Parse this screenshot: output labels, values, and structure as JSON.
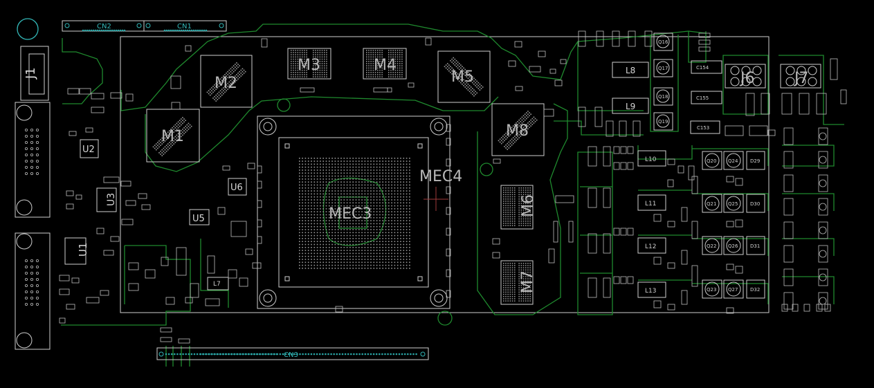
{
  "connectors": {
    "cn1": "CN1",
    "cn2": "CN2",
    "cn3": "CN3",
    "j1": "J1"
  },
  "chips": {
    "mec3": "MEC3",
    "mec4": "MEC4",
    "m1": "M1",
    "m2": "M2",
    "m3": "M3",
    "m4": "M4",
    "m5": "M5",
    "m6": "M6",
    "m7": "M7",
    "m8": "M8",
    "u1": "U1",
    "u2": "U2",
    "u3": "U3",
    "u5": "U5",
    "u6": "U6"
  },
  "inductors": {
    "l7": "L7",
    "l8": "L8",
    "l9": "L9",
    "l10": "L10",
    "l11": "L11",
    "l12": "L12",
    "l13": "L13",
    "j6": "J6",
    "j7": "J7"
  },
  "transistors": {
    "q16": "Q16",
    "q17": "Q17",
    "q18": "Q18",
    "q19": "Q19",
    "q20": "Q20",
    "q21": "Q21",
    "q22": "Q22",
    "q23": "Q23",
    "q24": "Q24",
    "q25": "Q25",
    "q26": "Q26",
    "q27": "Q27"
  },
  "diodes": {
    "d29": "D29",
    "d30": "D30",
    "d31": "D31",
    "d32": "D32"
  },
  "caps": {
    "c153": "C153",
    "c154": "C154",
    "c155": "C155"
  },
  "colors": {
    "background": "#000000",
    "silkscreen": "#cfcfcf",
    "copper": "#1f8a2e",
    "connector_pins": "#2aa7a7"
  }
}
